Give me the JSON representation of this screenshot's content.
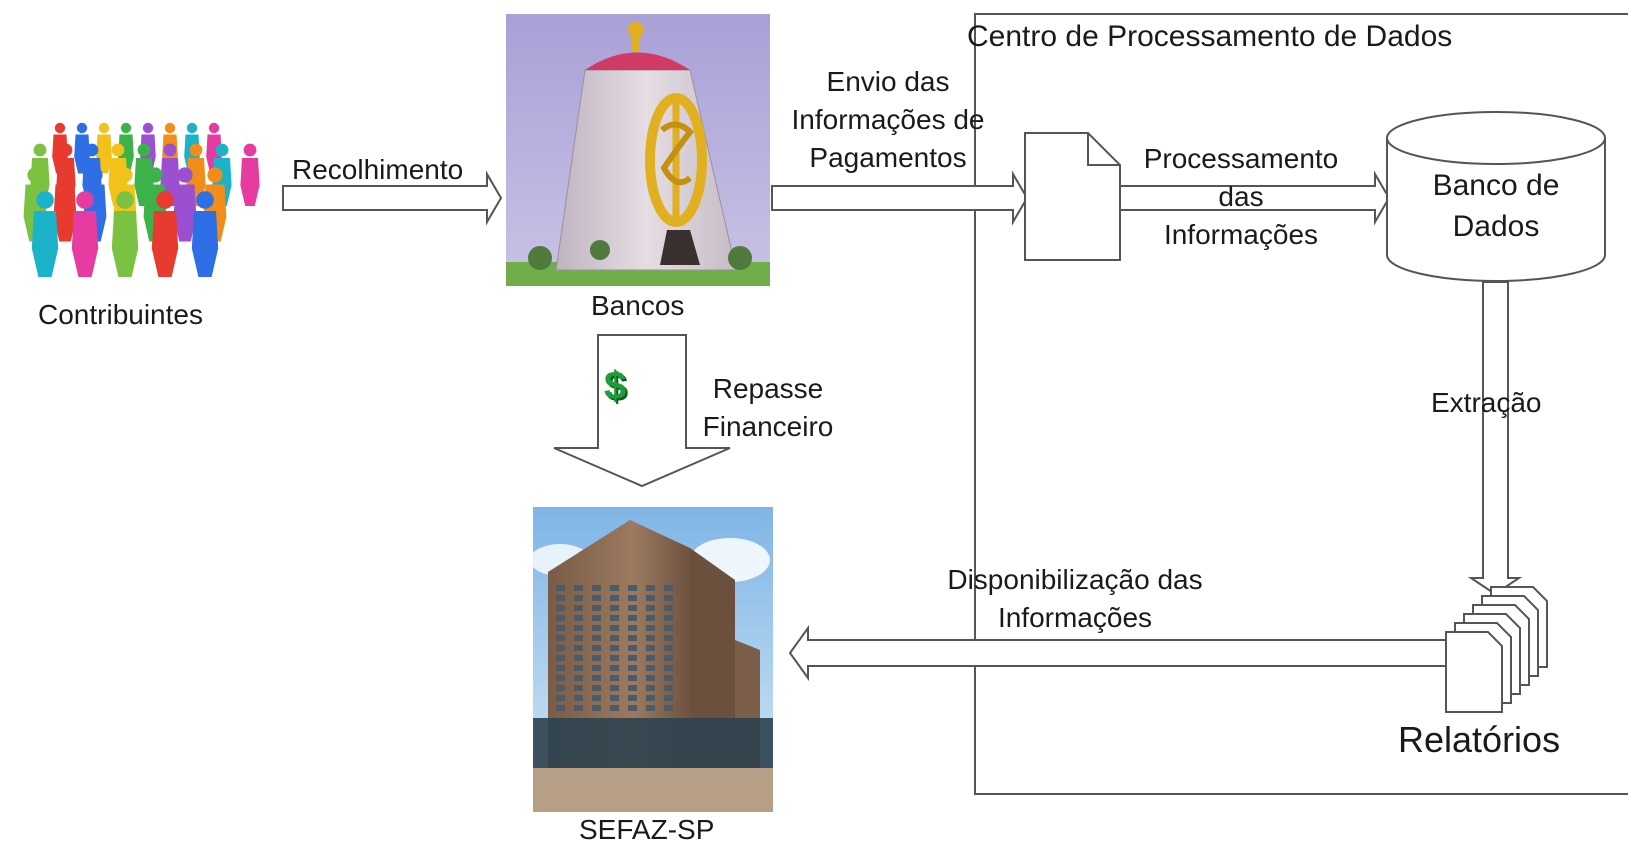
{
  "entities": {
    "contribuintes": "Contribuintes",
    "bancos": "Bancos",
    "sefaz": "SEFAZ-SP",
    "relatorios": "Relatórios"
  },
  "container": {
    "title": "Centro de Processamento de Dados"
  },
  "database": {
    "label_line1": "Banco de",
    "label_line2": "Dados"
  },
  "flows": {
    "recolhimento": "Recolhimento",
    "envio_line1": "Envio das",
    "envio_line2": "Informações de",
    "envio_line3": "Pagamentos",
    "processamento_line1": "Processamento",
    "processamento_line2": "das",
    "processamento_line3": "Informações",
    "extracao": "Extração",
    "repasse_line1": "Repasse",
    "repasse_line2": "Financeiro",
    "disponibilizacao_line1": "Disponibilização das",
    "disponibilizacao_line2": "Informações"
  },
  "symbols": {
    "money": "$"
  },
  "colors": {
    "outline": "#555555",
    "money_green": "#1e9e3a",
    "bank_gold": "#e0b020",
    "bank_wall": "#d9cfd6",
    "sky": "#9ec9ee",
    "building": "#8a6a52"
  }
}
